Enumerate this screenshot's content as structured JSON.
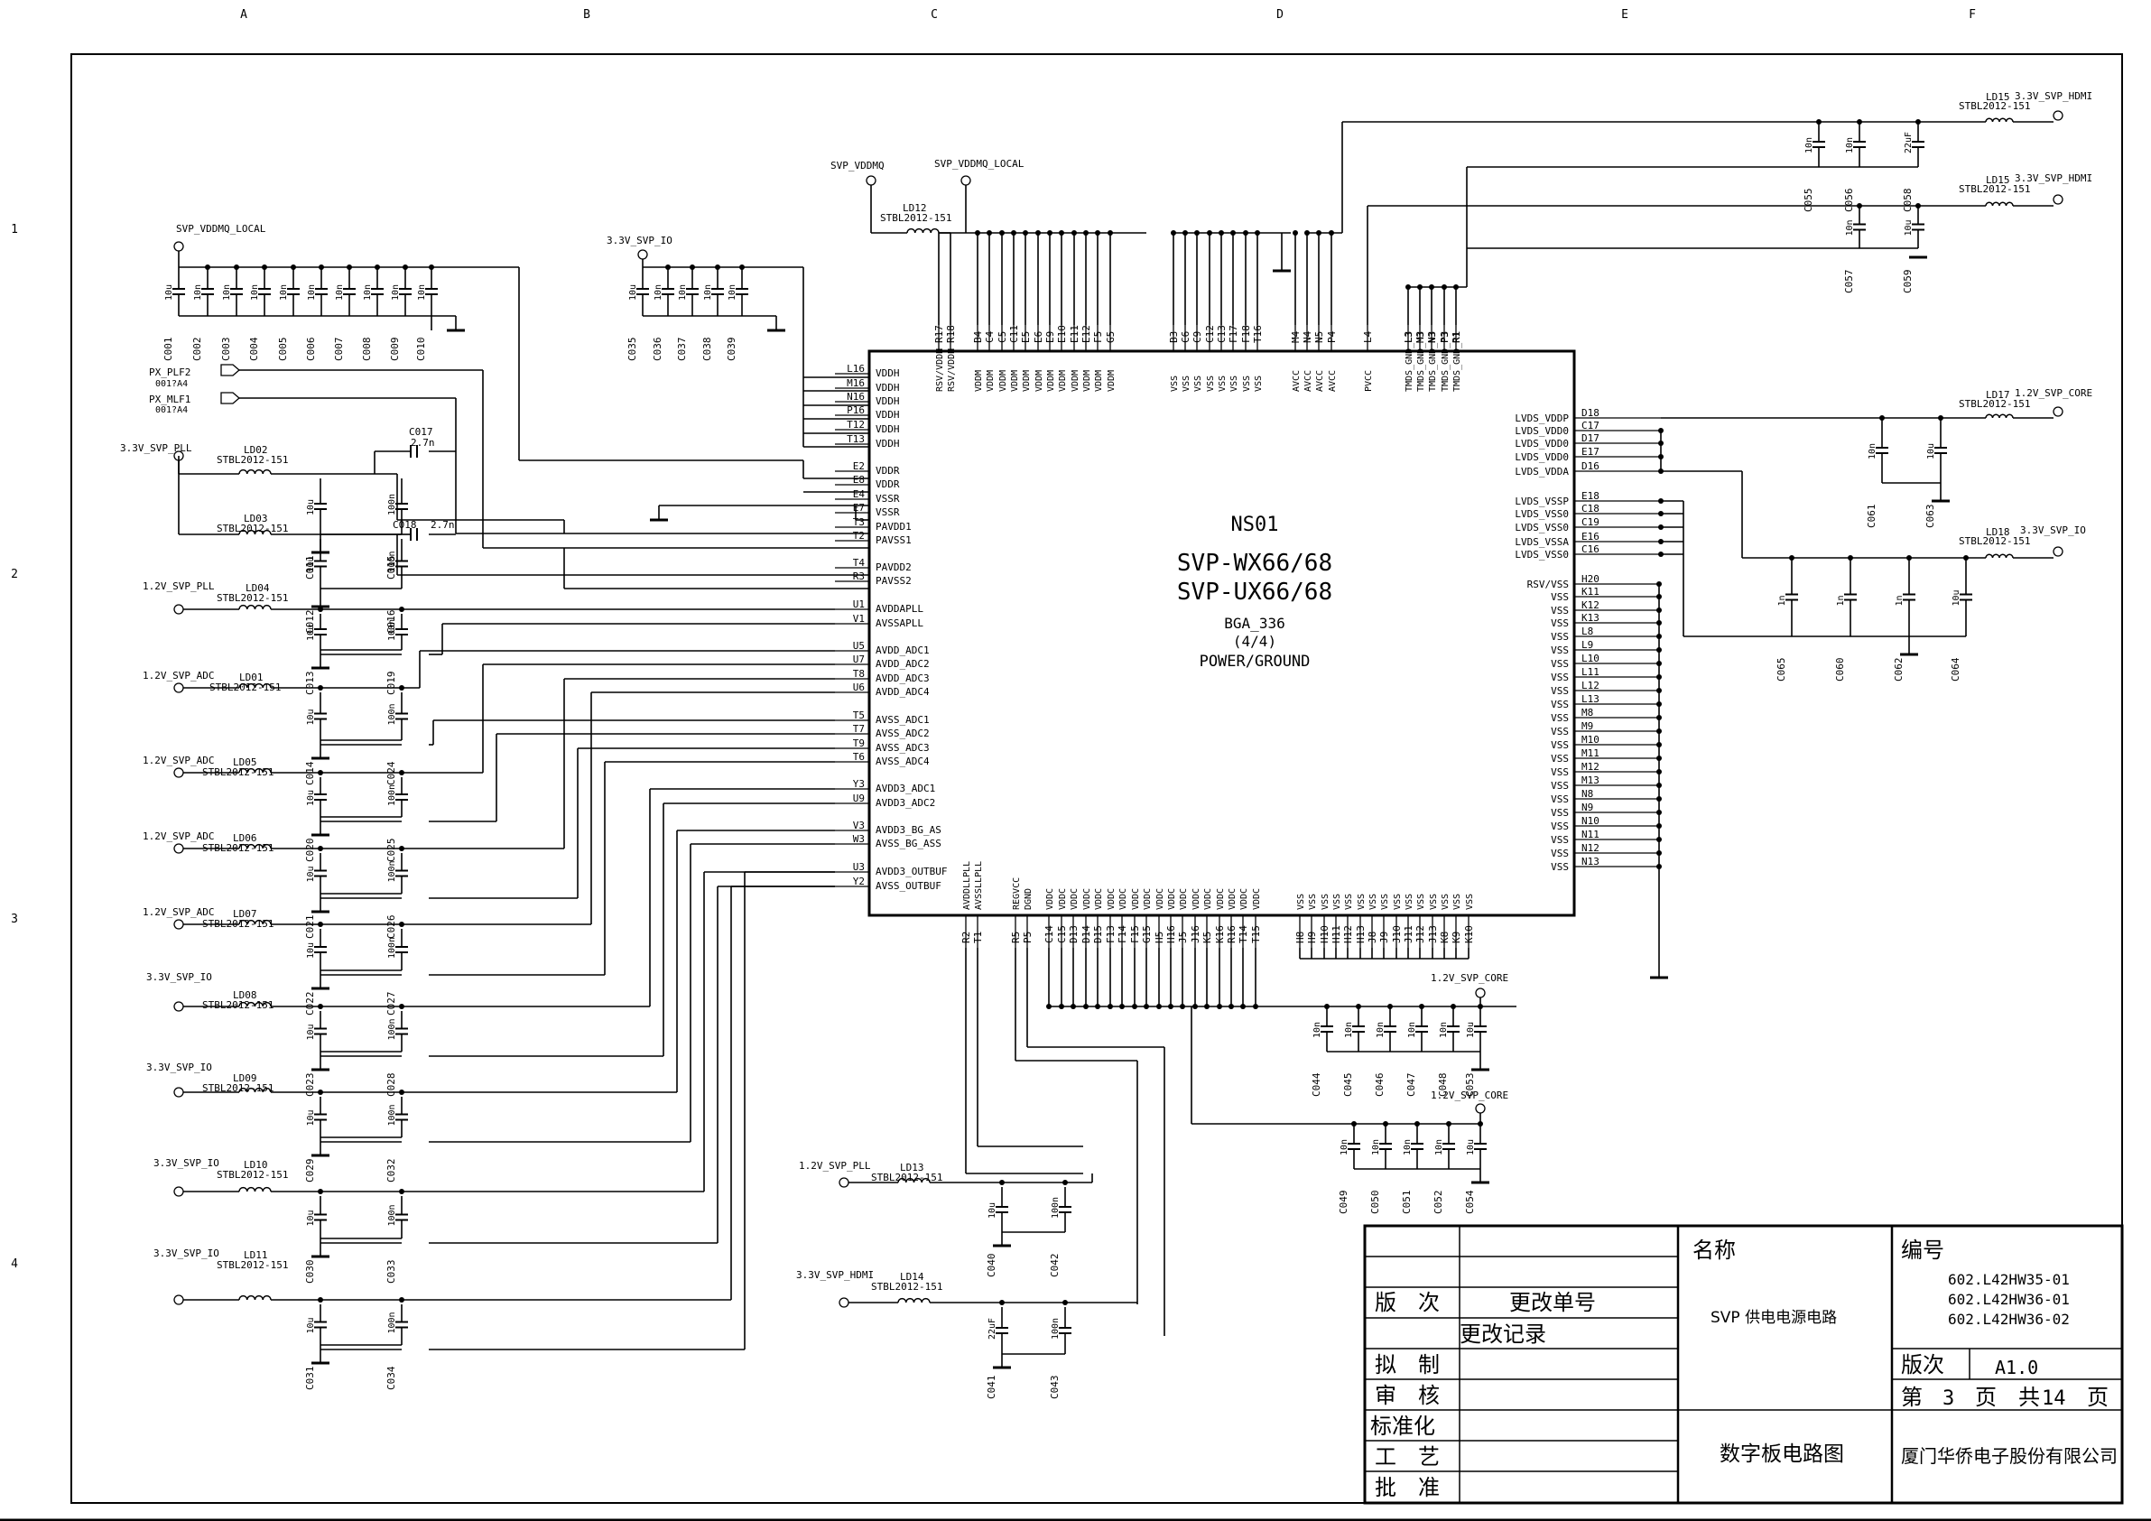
{
  "border": {
    "columns": [
      "A",
      "B",
      "C",
      "D",
      "E",
      "F"
    ],
    "rows": [
      "1",
      "2",
      "3",
      "4"
    ]
  },
  "chip": {
    "ref": "NS01",
    "name1": "SVP-WX66/68",
    "name2": "SVP-UX66/68",
    "package": "BGA_336",
    "part": "(4/4)",
    "function": "POWER/GROUND"
  },
  "left_pins": [
    {
      "num": "L16",
      "name": "VDDH"
    },
    {
      "num": "M16",
      "name": "VDDH"
    },
    {
      "num": "N16",
      "name": "VDDH"
    },
    {
      "num": "P16",
      "name": "VDDH"
    },
    {
      "num": "T12",
      "name": "VDDH"
    },
    {
      "num": "T13",
      "name": "VDDH"
    },
    {
      "num": "E2",
      "name": "VDDR"
    },
    {
      "num": "E8",
      "name": "VDDR"
    },
    {
      "num": "E4",
      "name": "VSSR"
    },
    {
      "num": "E7",
      "name": "VSSR"
    },
    {
      "num": "T3",
      "name": "PAVDD1"
    },
    {
      "num": "T2",
      "name": "PAVSS1"
    },
    {
      "num": "T4",
      "name": "PAVDD2"
    },
    {
      "num": "R3",
      "name": "PAVSS2"
    },
    {
      "num": "U1",
      "name": "AVDDAPLL"
    },
    {
      "num": "V1",
      "name": "AVSSAPLL"
    },
    {
      "num": "U5",
      "name": "AVDD_ADC1"
    },
    {
      "num": "U7",
      "name": "AVDD_ADC2"
    },
    {
      "num": "T8",
      "name": "AVDD_ADC3"
    },
    {
      "num": "U6",
      "name": "AVDD_ADC4"
    },
    {
      "num": "T5",
      "name": "AVSS_ADC1"
    },
    {
      "num": "T7",
      "name": "AVSS_ADC2"
    },
    {
      "num": "T9",
      "name": "AVSS_ADC3"
    },
    {
      "num": "T6",
      "name": "AVSS_ADC4"
    },
    {
      "num": "Y3",
      "name": "AVDD3_ADC1"
    },
    {
      "num": "U9",
      "name": "AVDD3_ADC2"
    },
    {
      "num": "V3",
      "name": "AVDD3_BG_AS"
    },
    {
      "num": "W3",
      "name": "AVSS_BG_ASS"
    },
    {
      "num": "U3",
      "name": "AVDD3_OUTBUF"
    },
    {
      "num": "Y2",
      "name": "AVSS_OUTBUF"
    }
  ],
  "right_pins": [
    {
      "num": "D18",
      "name": "LVDS_VDDP"
    },
    {
      "num": "C17",
      "name": "LVDS_VDD0"
    },
    {
      "num": "D17",
      "name": "LVDS_VDD0"
    },
    {
      "num": "E17",
      "name": "LVDS_VDD0"
    },
    {
      "num": "D16",
      "name": "LVDS_VDDA"
    },
    {
      "num": "E18",
      "name": "LVDS_VSSP"
    },
    {
      "num": "C18",
      "name": "LVDS_VSS0"
    },
    {
      "num": "C19",
      "name": "LVDS_VSS0"
    },
    {
      "num": "E16",
      "name": "LVDS_VSSA"
    },
    {
      "num": "C16",
      "name": "LVDS_VSS0"
    },
    {
      "num": "H20",
      "name": "RSV/VSS"
    },
    {
      "num": "K11",
      "name": "VSS"
    },
    {
      "num": "K12",
      "name": "VSS"
    },
    {
      "num": "K13",
      "name": "VSS"
    },
    {
      "num": "L8",
      "name": "VSS"
    },
    {
      "num": "L9",
      "name": "VSS"
    },
    {
      "num": "L10",
      "name": "VSS"
    },
    {
      "num": "L11",
      "name": "VSS"
    },
    {
      "num": "L12",
      "name": "VSS"
    },
    {
      "num": "L13",
      "name": "VSS"
    },
    {
      "num": "M8",
      "name": "VSS"
    },
    {
      "num": "M9",
      "name": "VSS"
    },
    {
      "num": "M10",
      "name": "VSS"
    },
    {
      "num": "M11",
      "name": "VSS"
    },
    {
      "num": "M12",
      "name": "VSS"
    },
    {
      "num": "M13",
      "name": "VSS"
    },
    {
      "num": "N8",
      "name": "VSS"
    },
    {
      "num": "N9",
      "name": "VSS"
    },
    {
      "num": "N10",
      "name": "VSS"
    },
    {
      "num": "N11",
      "name": "VSS"
    },
    {
      "num": "N12",
      "name": "VSS"
    },
    {
      "num": "N13",
      "name": "VSS"
    }
  ],
  "top_pins": [
    {
      "num": "R17",
      "name": "RSV/VDDH"
    },
    {
      "num": "R18",
      "name": "RSV/VDDH"
    },
    {
      "num": "B4",
      "name": "VDDM"
    },
    {
      "num": "C4",
      "name": "VDDM"
    },
    {
      "num": "C5",
      "name": "VDDM"
    },
    {
      "num": "C11",
      "name": "VDDM"
    },
    {
      "num": "E5",
      "name": "VDDM"
    },
    {
      "num": "E6",
      "name": "VDDM"
    },
    {
      "num": "E9",
      "name": "VDDM"
    },
    {
      "num": "E10",
      "name": "VDDM"
    },
    {
      "num": "E11",
      "name": "VDDM"
    },
    {
      "num": "E12",
      "name": "VDDM"
    },
    {
      "num": "F5",
      "name": "VDDM"
    },
    {
      "num": "G5",
      "name": "VDDM"
    },
    {
      "num": "B3",
      "name": "VSS"
    },
    {
      "num": "C6",
      "name": "VSS"
    },
    {
      "num": "C9",
      "name": "VSS"
    },
    {
      "num": "C12",
      "name": "VSS"
    },
    {
      "num": "C13",
      "name": "VSS"
    },
    {
      "num": "F17",
      "name": "VSS"
    },
    {
      "num": "F18",
      "name": "VSS"
    },
    {
      "num": "T16",
      "name": "VSS"
    },
    {
      "num": "M4",
      "name": "AVCC"
    },
    {
      "num": "N4",
      "name": "AVCC"
    },
    {
      "num": "N5",
      "name": "AVCC"
    },
    {
      "num": "P4",
      "name": "AVCC"
    },
    {
      "num": "L4",
      "name": "PVCC"
    },
    {
      "num": "L3",
      "name": "TMDS_GND_L3"
    },
    {
      "num": "M3",
      "name": "TMDS_GND_M3"
    },
    {
      "num": "N3",
      "name": "TMDS_GND_N3"
    },
    {
      "num": "P3",
      "name": "TMDS_GND_P3"
    },
    {
      "num": "R1",
      "name": "TMDS_GND_R1"
    }
  ],
  "bottom_pins": [
    {
      "num": "R2",
      "name": "AVDDLLPLL"
    },
    {
      "num": "T1",
      "name": "AVSSLLPLL"
    },
    {
      "num": "R5",
      "name": "REGVCC"
    },
    {
      "num": "P5",
      "name": "DGND"
    },
    {
      "num": "C14",
      "name": "VDDC"
    },
    {
      "num": "C15",
      "name": "VDDC"
    },
    {
      "num": "D13",
      "name": "VDDC"
    },
    {
      "num": "D14",
      "name": "VDDC"
    },
    {
      "num": "D15",
      "name": "VDDC"
    },
    {
      "num": "F13",
      "name": "VDDC"
    },
    {
      "num": "F14",
      "name": "VDDC"
    },
    {
      "num": "F15",
      "name": "VDDC"
    },
    {
      "num": "G15",
      "name": "VDDC"
    },
    {
      "num": "H5",
      "name": "VDDC"
    },
    {
      "num": "H16",
      "name": "VDDC"
    },
    {
      "num": "J5",
      "name": "VDDC"
    },
    {
      "num": "J16",
      "name": "VDDC"
    },
    {
      "num": "K5",
      "name": "VDDC"
    },
    {
      "num": "K16",
      "name": "VDDC"
    },
    {
      "num": "R16",
      "name": "VDDC"
    },
    {
      "num": "T14",
      "name": "VDDC"
    },
    {
      "num": "T15",
      "name": "VDDC"
    },
    {
      "num": "H8",
      "name": "VSS"
    },
    {
      "num": "H9",
      "name": "VSS"
    },
    {
      "num": "H10",
      "name": "VSS"
    },
    {
      "num": "H11",
      "name": "VSS"
    },
    {
      "num": "H12",
      "name": "VSS"
    },
    {
      "num": "H13",
      "name": "VSS"
    },
    {
      "num": "J8",
      "name": "VSS"
    },
    {
      "num": "J9",
      "name": "VSS"
    },
    {
      "num": "J10",
      "name": "VSS"
    },
    {
      "num": "J11",
      "name": "VSS"
    },
    {
      "num": "J12",
      "name": "VSS"
    },
    {
      "num": "J13",
      "name": "VSS"
    },
    {
      "num": "K8",
      "name": "VSS"
    },
    {
      "num": "K9",
      "name": "VSS"
    },
    {
      "num": "K10",
      "name": "VSS"
    }
  ],
  "labels": {
    "vddmq_local_top": "SVP_VDDMQ_LOCAL",
    "vddmq": "SVP_VDDMQ",
    "vddmq_local_mid": "SVP_VDDMQ_LOCAL",
    "io_top": "3.3V_SVP_IO",
    "ld12": "LD12",
    "ld12_part": "STBL2012-151",
    "px_plf2": "PX_PLF2",
    "px_plf2_page": "001?A4",
    "px_mlf1": "PX_MLF1",
    "px_mlf1_page": "001?A4",
    "pll_33": "3.3V_SVP_PLL",
    "ld02": "LD02",
    "ld03": "LD03",
    "part": "STBL2012-151",
    "c017": "C017",
    "c017_val": "2.7n",
    "c018": "C018",
    "c018_val": "2.7n",
    "pll_12": "1.2V_SVP_PLL",
    "ld04": "LD04",
    "adc1": "1.2V_SVP_ADC",
    "ld01": "LD01",
    "adc2": "1.2V_SVP_ADC",
    "ld05": "LD05",
    "adc3": "1.2V_SVP_ADC",
    "ld06": "LD06",
    "adc4": "1.2V_SVP_ADC",
    "ld07": "LD07",
    "io_a": "3.3V_SVP_IO",
    "ld08": "LD08",
    "io_b": "3.3V_SVP_IO",
    "ld09": "LD09",
    "io_c": "3.3V_SVP_IO",
    "ld10": "LD10",
    "io_d": "3.3V_SVP_IO",
    "ld11": "LD11",
    "pll_12b": "1.2V_SVP_PLL",
    "ld13": "LD13",
    "hdmi_b": "3.3V_SVP_HDMI",
    "ld14": "LD14",
    "ld15a": "LD15",
    "hdmi_a": "3.3V_SVP_HDMI",
    "ld15b": "LD15",
    "hdmi_c": "3.3V_SVP_HDMI",
    "ld17": "LD17",
    "core_r": "1.2V_SVP_CORE",
    "ld18": "LD18",
    "io_r": "3.3V_SVP_IO",
    "core_b1": "1.2V_SVP_CORE",
    "core_b2": "1.2V_SVP_CORE"
  },
  "caps_top_left": [
    "C001",
    "C002",
    "C003",
    "C004",
    "C005",
    "C006",
    "C007",
    "C008",
    "C009",
    "C010"
  ],
  "caps_top_left_vals": [
    "10u",
    "10n",
    "10n",
    "10n",
    "10n",
    "10n",
    "10n",
    "10n",
    "10n",
    "10n"
  ],
  "caps_io": [
    "C035",
    "C036",
    "C037",
    "C038",
    "C039"
  ],
  "caps_io_vals": [
    "10u",
    "10n",
    "10n",
    "10n",
    "10n"
  ],
  "left_filters": [
    {
      "c1": "C011",
      "v1": "10u",
      "c2": "C015",
      "v2": "100n"
    },
    {
      "c1": "C012",
      "v1": "10u",
      "c2": "C016",
      "v2": "100n"
    },
    {
      "c1": "C013",
      "v1": "10u",
      "c2": "C019",
      "v2": "100n"
    },
    {
      "c1": "C014",
      "v1": "10u",
      "c2": "C024",
      "v2": "100n"
    },
    {
      "c1": "C020",
      "v1": "10u",
      "c2": "C025",
      "v2": "100n"
    },
    {
      "c1": "C021",
      "v1": "10u",
      "c2": "C026",
      "v2": "100n"
    },
    {
      "c1": "C022",
      "v1": "10u",
      "c2": "C027",
      "v2": "100n"
    },
    {
      "c1": "C023",
      "v1": "10u",
      "c2": "C028",
      "v2": "100n"
    },
    {
      "c1": "C029",
      "v1": "10u",
      "c2": "C032",
      "v2": "100n"
    },
    {
      "c1": "C030",
      "v1": "10u",
      "c2": "C033",
      "v2": "100n"
    },
    {
      "c1": "C031",
      "v1": "10u",
      "c2": "C034",
      "v2": "100n"
    }
  ],
  "mid_filters": [
    {
      "c1": "C040",
      "v1": "10u",
      "c2": "C042",
      "v2": "100n"
    },
    {
      "c1": "C041",
      "v1": "22uF",
      "c2": "C043",
      "v2": "100n"
    }
  ],
  "right_caps": [
    {
      "ref": "C055",
      "val": "10n"
    },
    {
      "ref": "C056",
      "val": "10n"
    },
    {
      "ref": "C058",
      "val": "22uF"
    },
    {
      "ref": "C057",
      "val": "10n"
    },
    {
      "ref": "C059",
      "val": "10u"
    },
    {
      "ref": "C061",
      "val": "10n"
    },
    {
      "ref": "C063",
      "val": "10u"
    },
    {
      "ref": "C065",
      "val": "1n"
    },
    {
      "ref": "C060",
      "val": "1n"
    },
    {
      "ref": "C062",
      "val": "1n"
    },
    {
      "ref": "C064",
      "val": "10u"
    }
  ],
  "core_caps1": [
    {
      "ref": "C044",
      "val": "10n"
    },
    {
      "ref": "C045",
      "val": "10n"
    },
    {
      "ref": "C046",
      "val": "10n"
    },
    {
      "ref": "C047",
      "val": "10n"
    },
    {
      "ref": "C048",
      "val": "10n"
    },
    {
      "ref": "C053",
      "val": "10u"
    }
  ],
  "core_caps2": [
    {
      "ref": "C049",
      "val": "10n"
    },
    {
      "ref": "C050",
      "val": "10n"
    },
    {
      "ref": "C051",
      "val": "10n"
    },
    {
      "ref": "C052",
      "val": "10n"
    },
    {
      "ref": "C054",
      "val": "10u"
    }
  ],
  "title_block": {
    "version": "版　次",
    "change_no": "更改单号",
    "change_record": "更改记录",
    "draft": "拟　制",
    "review": "审　核",
    "standard": "标准化",
    "process": "工　艺",
    "approve": "批　准",
    "name_label": "名称",
    "name_value": "SVP 供电电源电路",
    "doc_title": "数字板电路图",
    "code_label": "编号",
    "codes": [
      "602.L42HW35-01",
      "602.L42HW36-01",
      "602.L42HW36-02"
    ],
    "rev_label": "版次",
    "rev_value": "A1.0",
    "page_prefix": "第",
    "page_num": "3",
    "page_mid": "页　共",
    "page_total": "14",
    "page_suffix": "页",
    "company": "厦门华侨电子股份有限公司"
  }
}
